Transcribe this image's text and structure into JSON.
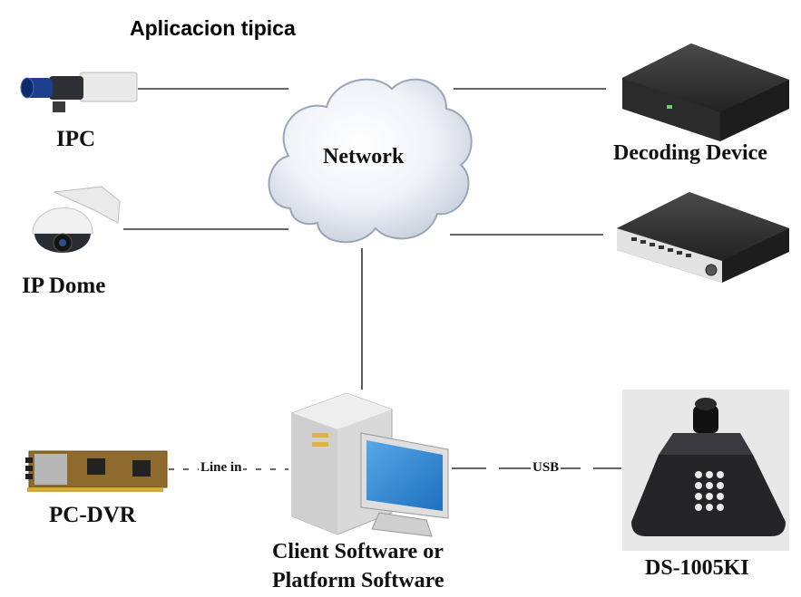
{
  "title": "Aplicacion tipica",
  "nodes": {
    "network": "Network",
    "ipc": "IPC",
    "ip_dome": "IP Dome",
    "decoding_device": "Decoding Device",
    "pc_dvr": "PC-DVR",
    "client_line1": "Client Software or",
    "client_line2": "Platform Software",
    "keyboard": "DS-1005KI"
  },
  "connections": {
    "line_in": "Line in",
    "usb": "USB"
  },
  "icons": {
    "cloud": "network-cloud-icon",
    "ipc": "box-camera-icon",
    "dome": "dome-camera-icon",
    "decoder": "decoder-box-icon",
    "nvr": "nvr-box-icon",
    "capture_card": "capture-card-icon",
    "workstation": "pc-workstation-icon",
    "keyboard": "ptz-keyboard-icon"
  }
}
